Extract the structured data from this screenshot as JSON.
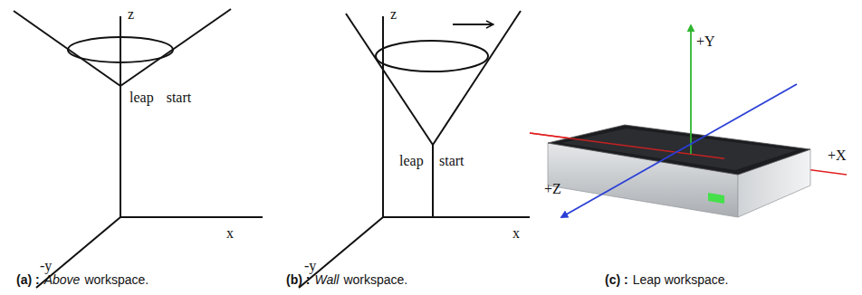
{
  "diagram": {
    "labels": [
      "z",
      "leap start",
      "x",
      "-y",
      "z",
      "leap",
      "start",
      "x",
      "-y",
      "+Y",
      "+X",
      "+Z",
      "(a) :",
      "Above",
      "workspace.",
      "(b) :",
      "Wall",
      "workspace.",
      "(c) :",
      "Leap workspace."
    ]
  }
}
